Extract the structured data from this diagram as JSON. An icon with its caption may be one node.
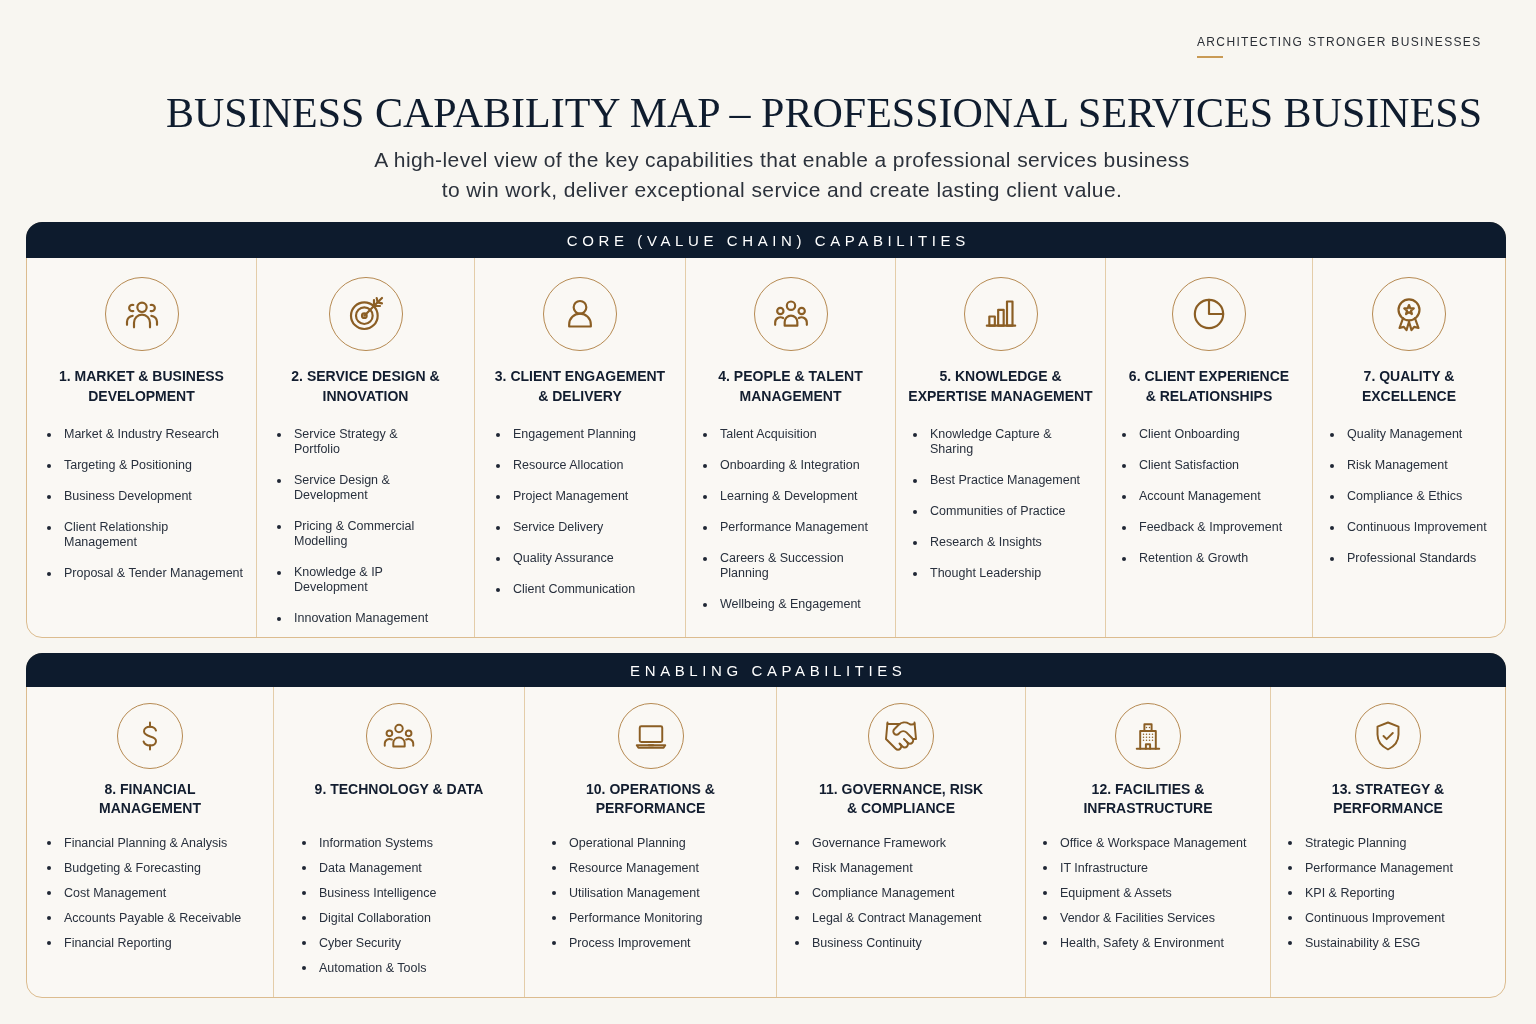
{
  "diagram": {
    "title": "BUSINESS CAPABILITY MAP – PROFESSIONAL SERVICES BUSINESS",
    "nodes": [
      {
        "text": [
          "CORE (VALUE CHAIN) CAPABILITIES"
        ]
      },
      {
        "text": [
          "1. MARKET & BUSINESS DEVELOPMENT",
          "Market & Industry Research",
          "Targeting & Positioning",
          "Business Development",
          "Client Relationship Management",
          "Proposal & Tender Management"
        ],
        "in": 0
      },
      {
        "text": [
          "2. SERVICE DESIGN & INNOVATION",
          "Service Strategy & Portfolio",
          "Service Design & Development",
          "Pricing & Commercial Modelling",
          "Knowledge & IP Development",
          "Innovation Management"
        ],
        "in": 0
      },
      {
        "text": [
          "3. CLIENT ENGAGEMENT & DELIVERY",
          "Engagement Planning",
          "Resource Allocation",
          "Project Management",
          "Service Delivery",
          "Quality Assurance",
          "Client Communication"
        ],
        "in": 0
      },
      {
        "text": [
          "4. PEOPLE & TALENT MANAGEMENT",
          "Talent Acquisition",
          "Onboarding & Integration",
          "Learning & Development",
          "Performance Management",
          "Careers & Succession Planning",
          "Wellbeing & Engagement"
        ],
        "in": 0
      },
      {
        "text": [
          "5. KNOWLEDGE & EXPERTISE MANAGEMENT",
          "Knowledge Capture & Sharing",
          "Best Practice Management",
          "Communities of Practice",
          "Research & Insights",
          "Thought Leadership"
        ],
        "in": 0
      },
      {
        "text": [
          "6. CLIENT EXPERIENCE & RELATIONSHIPS",
          "Client Onboarding",
          "Client Satisfaction",
          "Account Management",
          "Feedback & Improvement",
          "Retention & Growth"
        ],
        "in": 0
      },
      {
        "text": [
          "7. QUALITY & EXCELLENCE",
          "Quality Management",
          "Risk Management",
          "Compliance & Ethics",
          "Continuous Improvement",
          "Professional Standards"
        ],
        "in": 0
      },
      {
        "text": [
          "ENABLING CAPABILITIES"
        ]
      },
      {
        "text": [
          "8. FINANCIAL MANAGEMENT",
          "Financial Planning & Analysis",
          "Budgeting & Forecasting",
          "Cost Management",
          "Accounts Payable & Receivable",
          "Financial Reporting"
        ],
        "in": 8
      },
      {
        "text": [
          "9. TECHNOLOGY & DATA",
          "Information Systems",
          "Data Management",
          "Business Intelligence",
          "Digital Collaboration",
          "Cyber Security",
          "Automation & Tools"
        ],
        "in": 8
      },
      {
        "text": [
          "10. OPERATIONS & PERFORMANCE",
          "Operational Planning",
          "Resource Management",
          "Utilisation Management",
          "Performance Monitoring",
          "Process Improvement"
        ],
        "in": 8
      },
      {
        "text": [
          "11. GOVERNANCE, RISK & COMPLIANCE",
          "Governance Framework",
          "Risk Management",
          "Compliance Management",
          "Legal & Contract Management",
          "Business Continuity"
        ],
        "in": 8
      },
      {
        "text": [
          "12. FACILITIES & INFRASTRUCTURE",
          "Office & Workspace Management",
          "IT Infrastructure",
          "Equipment & Assets",
          "Vendor & Facilities Services",
          "Health, Safety & Environment"
        ],
        "in": 8
      },
      {
        "text": [
          "13. STRATEGY & PERFORMANCE",
          "Strategic Planning",
          "Performance Management",
          "KPI & Reporting",
          "Continuous Improvement",
          "Sustainability & ESG"
        ],
        "in": 8
      }
    ],
    "labels": [
      "ARCHITECTING STRONGER BUSINESSES",
      "A high-level view of the key capabilities that enable a professional services business to win work, deliver exceptional service and create lasting client value."
    ]
  }
}
